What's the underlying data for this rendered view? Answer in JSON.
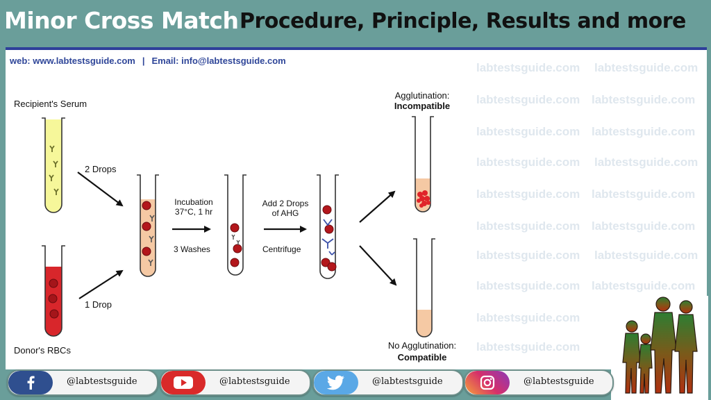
{
  "header": {
    "title_main": "Minor Cross Match",
    "title_sub": "Procedure, Principle, Results and more"
  },
  "contact": {
    "web": "web: www.labtestsguide.com",
    "separator": "|",
    "email": "Email: info@labtestsguide.com"
  },
  "watermark": "labtestsguide.com",
  "diagram": {
    "recipient_label": "Recipient's Serum",
    "donor_label": "Donor's RBCs",
    "two_drops": "2 Drops",
    "one_drop": "1 Drop",
    "incubation_line1": "Incubation",
    "incubation_line2": "37°C, 1 hr",
    "washes": "3 Washes",
    "ahg_line1": "Add 2 Drops",
    "ahg_line2": "of AHG",
    "centrifuge": "Centrifuge",
    "agglutination": "Agglutination:",
    "incompatible": "Incompatible",
    "no_agglutination": "No Agglutination:",
    "compatible": "Compatible"
  },
  "colors": {
    "serum": "#f6f79a",
    "rbc_liquid": "#d8262b",
    "mix_liquid": "#f5c9a4",
    "header_rule": "#2e3f9a",
    "brand_text": "#2f4699"
  },
  "social": [
    {
      "network": "facebook",
      "icon": "facebook-icon",
      "color": "#2f4f8f",
      "handle": "@labtestsguide"
    },
    {
      "network": "youtube",
      "icon": "youtube-icon",
      "color": "#d92a2a",
      "handle": "@labtestsguide"
    },
    {
      "network": "twitter",
      "icon": "twitter-icon",
      "color": "#5aa8e6",
      "handle": "@labtestsguide"
    },
    {
      "network": "instagram",
      "icon": "instagram-icon",
      "color": "#c64ca0",
      "handle": "@labtestsguide"
    }
  ]
}
